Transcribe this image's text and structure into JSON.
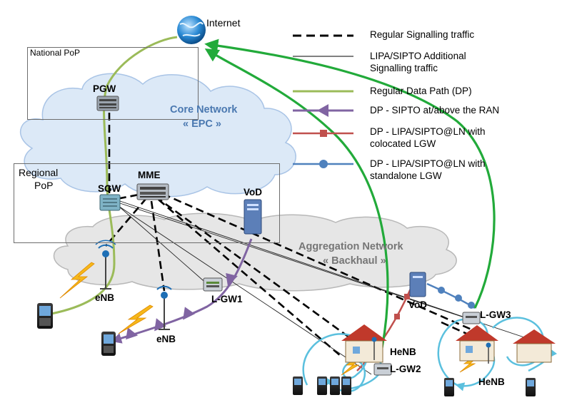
{
  "diagram": {
    "internet_label": "Internet",
    "national_pop_label": "National PoP",
    "regional_pop_label_line1": "Regional",
    "regional_pop_label_line2": "PoP",
    "core_network_line1": "Core Network",
    "core_network_line2": "« EPC »",
    "aggregation_line1": "Aggregation Network",
    "aggregation_line2": "« Backhaul »",
    "nodes": {
      "pgw": "PGW",
      "sgw": "SGW",
      "mme": "MME",
      "vod_top": "VoD",
      "vod_bottom": "VoD",
      "enb_left": "eNB",
      "enb_mid": "eNB",
      "lgw1": "L-GW1",
      "lgw2": "L-GW2",
      "lgw3": "L-GW3",
      "henb_mid": "HeNB",
      "henb_right": "HeNB"
    }
  },
  "legend": [
    {
      "style": "dashed-thick",
      "color": "#000000",
      "line1": "Regular Signalling traffic",
      "line2": ""
    },
    {
      "style": "thin",
      "color": "#000000",
      "line1": "LIPA/SIPTO Additional",
      "line2": "Signalling traffic"
    },
    {
      "style": "solid",
      "color": "#9bbb59",
      "line1": "Regular Data Path (DP)",
      "line2": ""
    },
    {
      "style": "triangle",
      "color": "#8064a2",
      "line1": "DP - SIPTO at/above the RAN",
      "line2": ""
    },
    {
      "style": "square",
      "color": "#c0504d",
      "line1": "DP - LIPA/SIPTO@LN with",
      "line2": "colocated LGW"
    },
    {
      "style": "circle",
      "color": "#4f81bd",
      "line1": "DP - LIPA/SIPTO@LN with",
      "line2": "standalone LGW"
    }
  ],
  "colors": {
    "cloud_fill": "#dce9f7",
    "aggregation_fill": "#e6e6e6",
    "regular_dp": "#9bbb59",
    "sipto_ran": "#8064a2",
    "colocated": "#c0504d",
    "standalone": "#4f81bd",
    "internet_arrows": "#22aa3a",
    "local_loops": "#5bc0de",
    "label_blue": "#4a78b0"
  }
}
